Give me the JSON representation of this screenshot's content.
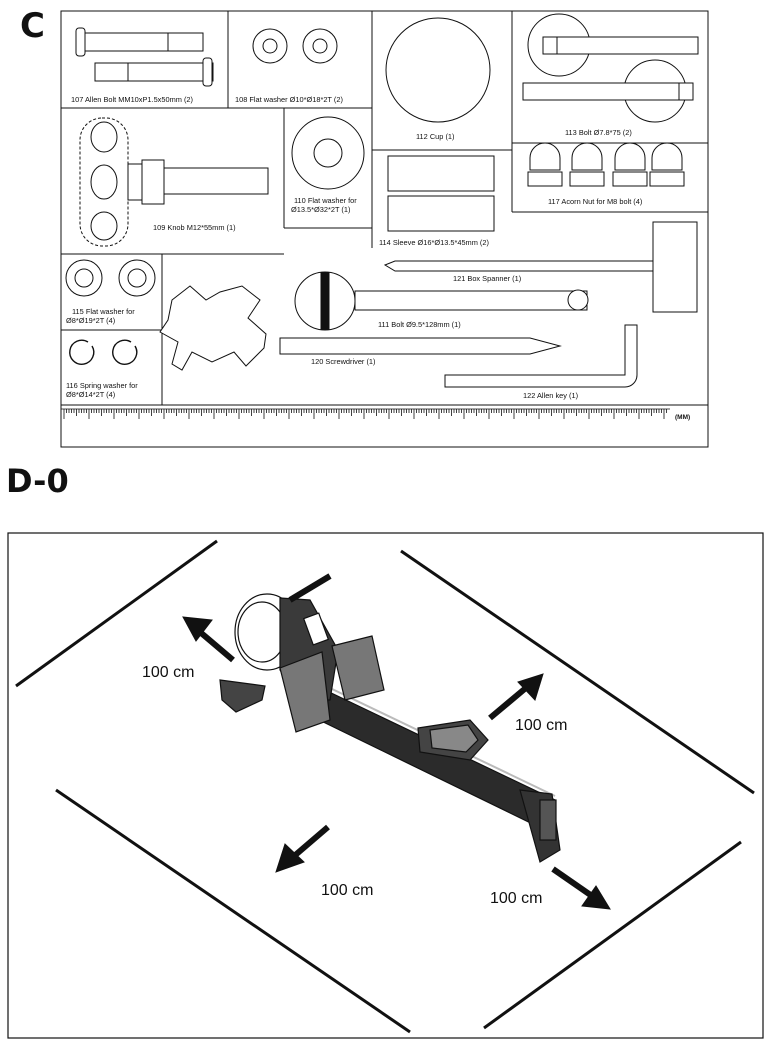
{
  "section_c": {
    "heading": "C",
    "parts": {
      "p107": "107 Allen Bolt  MM10xP1.5x50mm  (2)",
      "p108": "108 Flat washer Ø10*Ø18*2T  (2)",
      "p112": "112 Cup  (1)",
      "p113": "113 Bolt  Ø7.8*75  (2)",
      "p109": "109 Knob M12*55mm  (1)",
      "p110a": "110 Flat washer for",
      "p110b": "Ø13.5*Ø32*2T  (1)",
      "p117": "117 Acorn Nut for M8 bolt  (4)",
      "p114": "114 Sleeve  Ø16*Ø13.5*45mm  (2)",
      "p121": "121 Box Spanner  (1)",
      "p115a": "115 Flat washer for",
      "p115b": "Ø8*Ø19*2T  (4)",
      "p111": "111 Bolt  Ø9.5*128mm  (1)",
      "p120": "120 Screwdriver  (1)",
      "p116a": "116 Spring washer for",
      "p116b": "Ø8*Ø14*2T  (4)",
      "p122": "122 Allen key  (1)"
    },
    "ruler_unit": "(MM)"
  },
  "section_d0": {
    "heading": "D-0",
    "clearances": {
      "back": "100 cm",
      "right": "100 cm",
      "left": "100 cm",
      "front": "100 cm"
    }
  }
}
